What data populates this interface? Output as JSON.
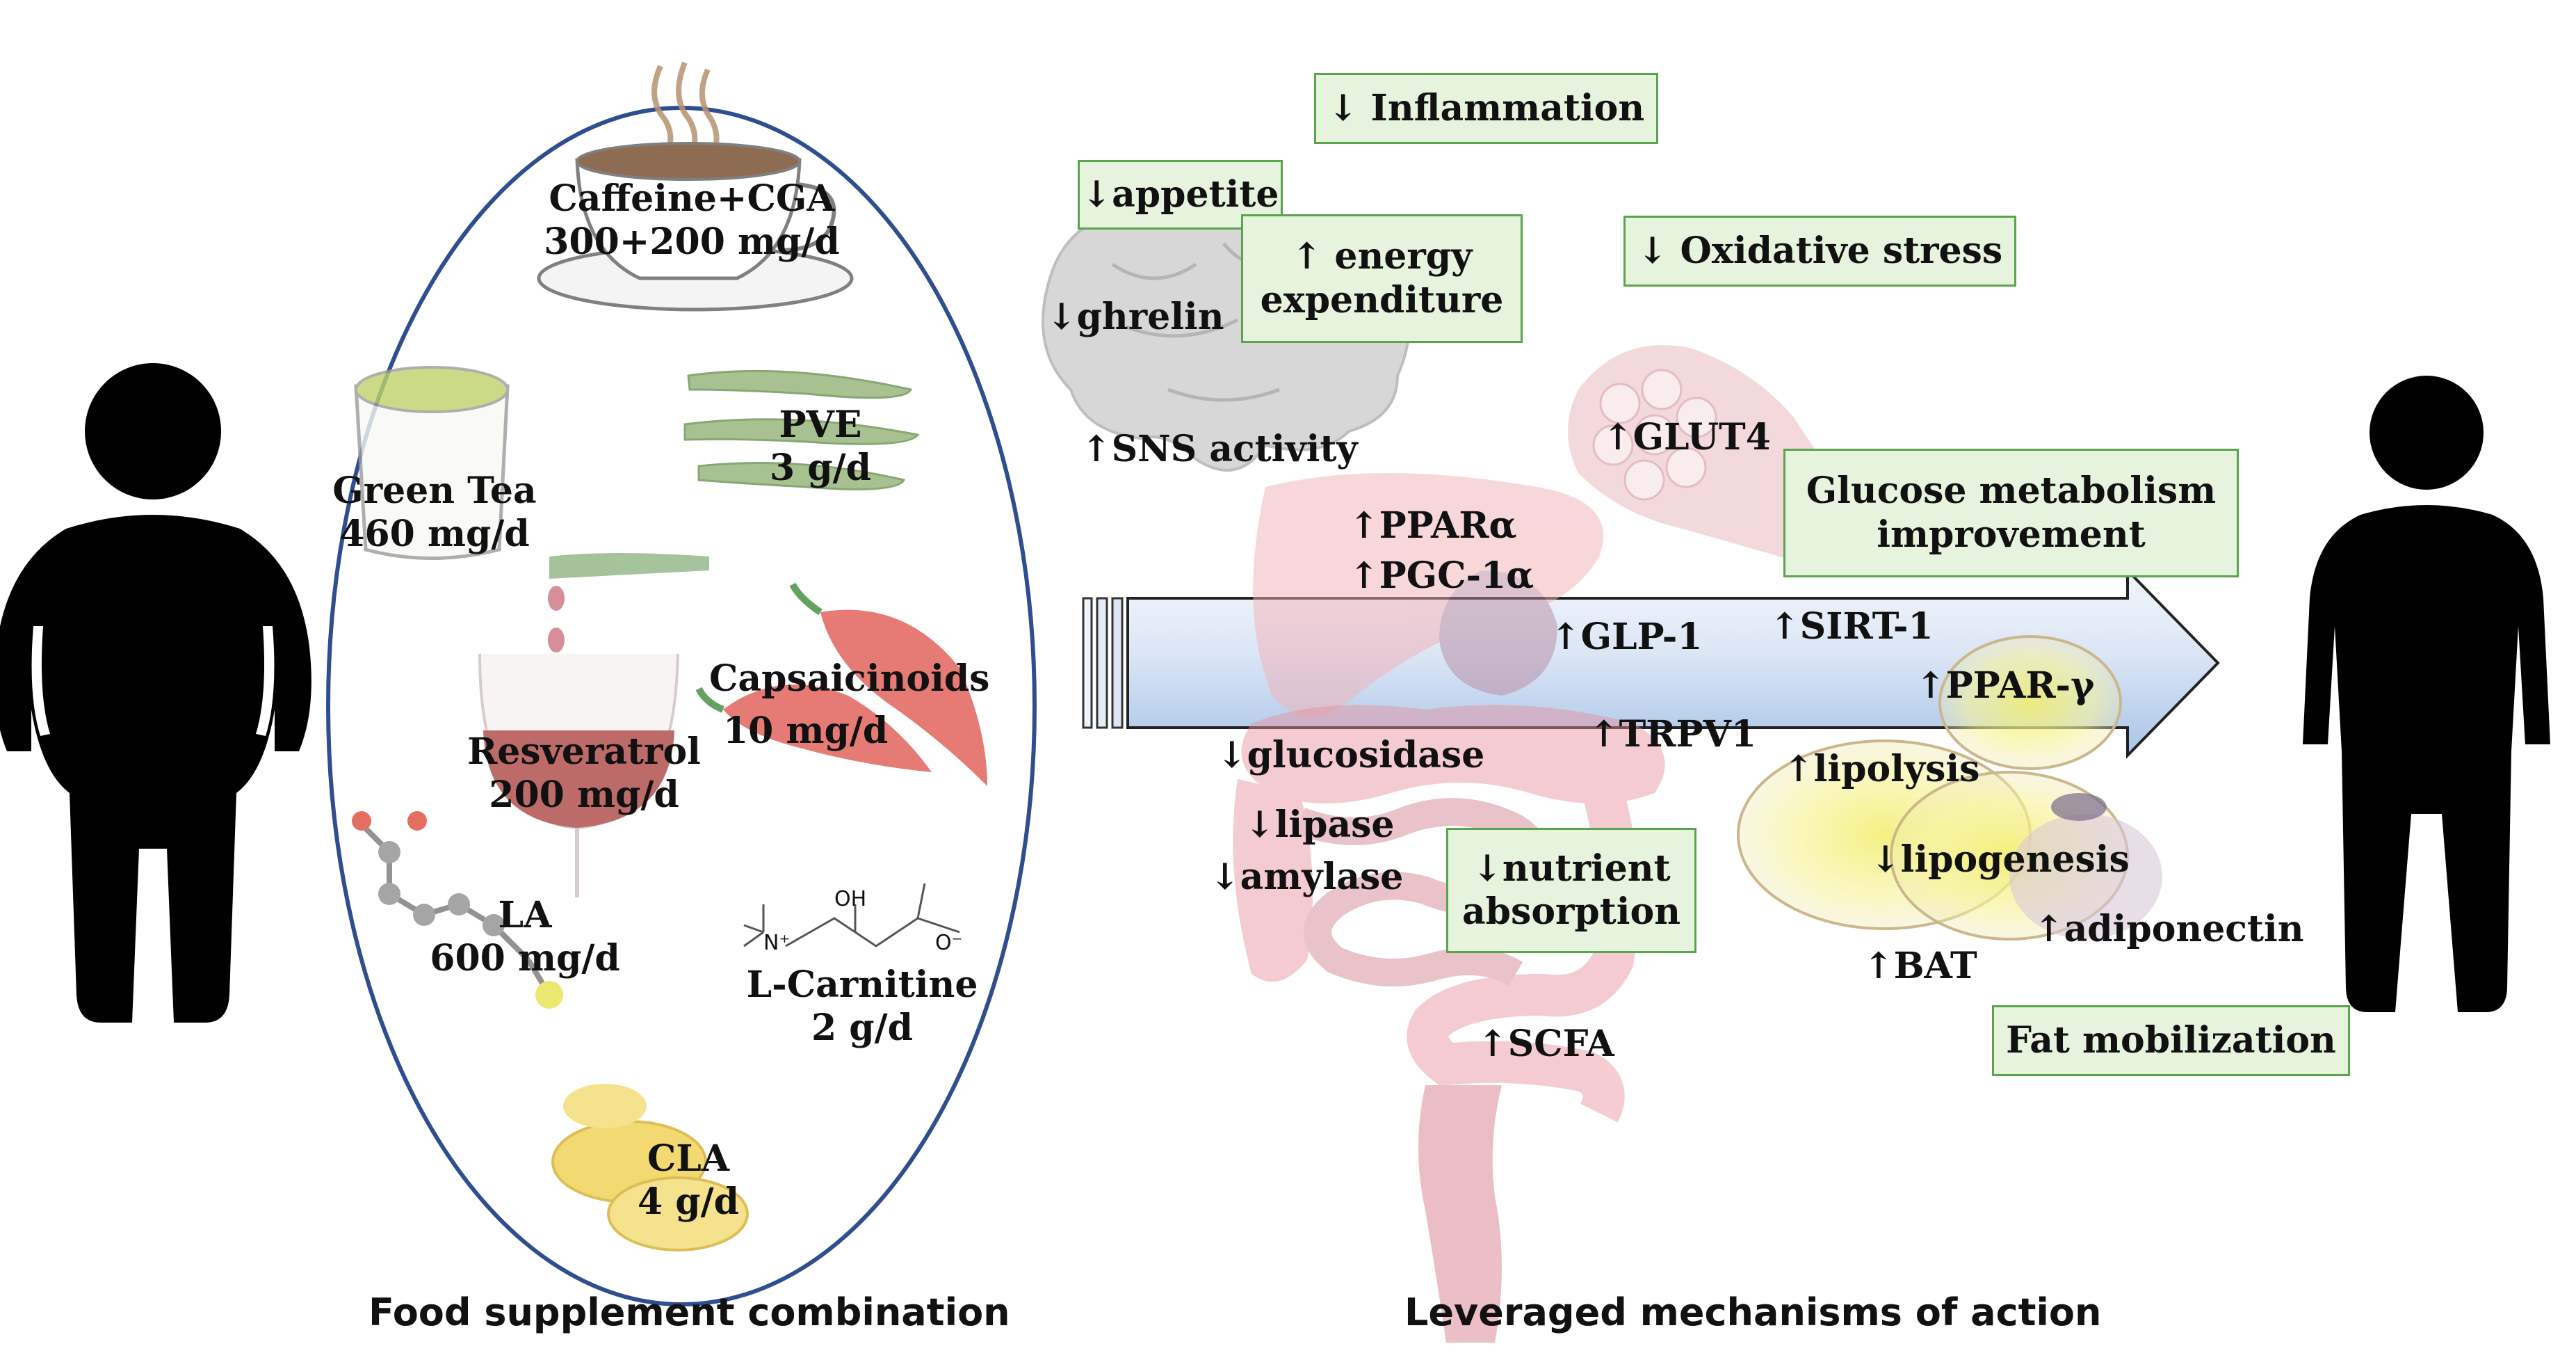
{
  "captions": {
    "left": "Food supplement combination",
    "right": "Leveraged mechanisms of action"
  },
  "supplements": {
    "caffeine": {
      "name": "Caffeine+CGA",
      "dose": "300+200 mg/d"
    },
    "green_tea": {
      "name": "Green Tea",
      "dose": "460 mg/d"
    },
    "pve": {
      "name": "PVE",
      "dose": "3 g/d"
    },
    "capsaicinoids": {
      "name": "Capsaicinoids",
      "dose": "10 mg/d"
    },
    "resveratrol": {
      "name": "Resveratrol",
      "dose": "200 mg/d"
    },
    "la": {
      "name": "LA",
      "dose": "600 mg/d"
    },
    "l_carnitine": {
      "name": "L-Carnitine",
      "dose": "2 g/d"
    },
    "cla": {
      "name": "CLA",
      "dose": "4 g/d"
    },
    "carnitine_structure": {
      "oh": "OH",
      "n_plus": "N⁺",
      "o_minus": "O⁻"
    }
  },
  "effect_boxes": {
    "inflammation": "↓ Inflammation",
    "appetite": "↓appetite",
    "energy_line1": "↑ energy",
    "energy_line2": "expenditure",
    "oxidative": "↓ Oxidative stress",
    "glucose_line1": "Glucose metabolism",
    "glucose_line2": "improvement",
    "nutrient_line1": "↓nutrient",
    "nutrient_line2": "absorption",
    "fat_mobilization": "Fat mobilization"
  },
  "markers": {
    "ghrelin": "↓ghrelin",
    "sns": "↑SNS activity",
    "glut4": "↑GLUT4",
    "ppara": "↑PPARα",
    "pgc1a": "↑PGC-1α",
    "glp1": "↑GLP-1",
    "sirt1": "↑SIRT-1",
    "pparg": "↑PPAR-γ",
    "trpv1": "↑TRPV1",
    "glucosidase": "↓glucosidase",
    "lipolysis": "↑lipolysis",
    "lipase": "↓lipase",
    "amylase": "↓amylase",
    "lipogenesis": "↓lipogenesis",
    "adiponectin": "↑adiponectin",
    "bat": "↑BAT",
    "scfa": "↑SCFA"
  },
  "colors": {
    "ellipse_stroke": "#2e4e8f",
    "box_fill": "#e6f3dd",
    "box_border": "#5aa44e",
    "arrow_light": "#eef3fb",
    "arrow_blue": "#a9c4e8",
    "silhouette": "#000000"
  }
}
